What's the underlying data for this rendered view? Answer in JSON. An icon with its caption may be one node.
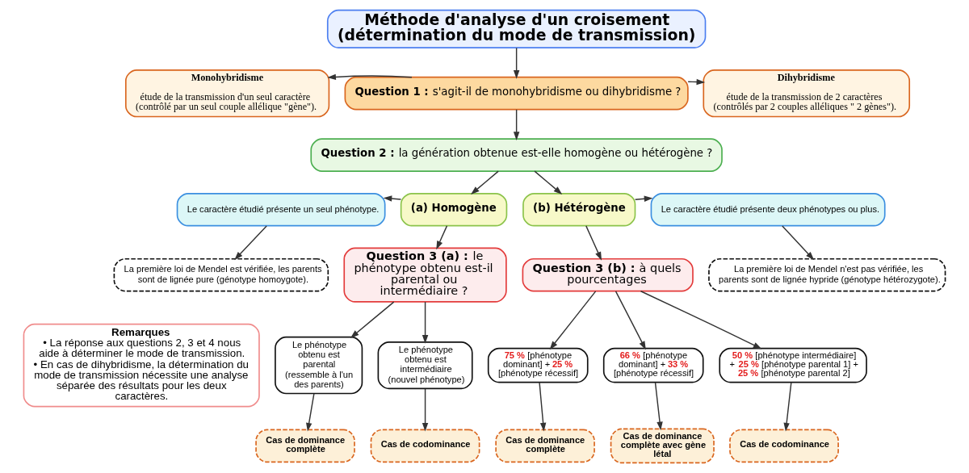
{
  "diagram": {
    "nodes": [
      {
        "text": [
          "Méthode d'analyse d'un croisement (détermination du mode de transmission)"
        ]
      },
      {
        "text": [
          "Monohybridisme",
          "étude de la transmission d'un seul caractère (contrôlé par un seul couple allélique \"gène\")."
        ]
      },
      {
        "text": [
          "**Question 1 :** s'agit-il de monohybridisme ou dihybridisme ?"
        ]
      },
      {
        "text": [
          "Dihybridisme",
          "étude de la transmission de 2 caractères (contrôlés par 2 couples alléliques \" 2 gènes\")."
        ]
      },
      {
        "text": [
          "**Question 2 :** la génération obtenue est-elle homogène ou hétérogène ?"
        ]
      },
      {
        "text": [
          "Le caractère étudié présente un seul phénotype."
        ]
      },
      {
        "text": [
          "(a) Homogène"
        ]
      },
      {
        "text": [
          "(b) Hétérogène"
        ]
      },
      {
        "text": [
          "Le caractère étudié présente deux phénotypes ou plus."
        ]
      },
      {
        "text": [
          "La première loi de Mendel est vérifiée, les parents sont de lignée pure (génotype homoygote)."
        ]
      },
      {
        "text": [
          "**Question 3 (a) :** le phénotype obtenu est-il parental ou intermédiaire ?"
        ]
      },
      {
        "text": [
          "**Question 3 (b) :** à quels pourcentages"
        ]
      },
      {
        "text": [
          "La première loi de Mendel n'est pas vérifiée, les parents sont de lignée hypride (génotype hétérozygote)."
        ]
      },
      {
        "text": [
          "Remarques",
          "• La réponse aux questions 2, 3 et 4 nous aide à déterminer le mode de transmission.",
          "• En cas de dihybridisme, la détermination du mode de transmission nécessite une analyse séparée des résultats pour les deux caractères."
        ]
      },
      {
        "text": [
          "Le phénotype obtenu est parental (ressemble à l'un des parents)"
        ]
      },
      {
        "text": [
          "Le phénotype obtenu est intermédiaire (nouvel phénotype)"
        ]
      },
      {
        "text": [
          "**75 %** [phénotype dominant] + **25 %** [phénotype récessif]"
        ]
      },
      {
        "text": [
          "**66 %** [phénotype dominant] + **33 %** [phénotype récessif]"
        ]
      },
      {
        "text": [
          "**50 %** [phénotype intermédiaire] + **25 %** [phénotype parental 1] + **25 %** [phénotype parental 2]"
        ]
      },
      {
        "text": [
          "Cas de dominance complète"
        ]
      },
      {
        "text": [
          "Cas de codominance"
        ]
      },
      {
        "text": [
          "Cas de dominance complète"
        ]
      },
      {
        "text": [
          "Cas de dominance complète avec gène létal"
        ]
      },
      {
        "text": [
          "Cas de codominance"
        ]
      }
    ],
    "edges": [
      {
        "from": 0,
        "to": 2,
        "arrow": "to"
      },
      {
        "from": 2,
        "to": 1,
        "arrow": "to"
      },
      {
        "from": 2,
        "to": 3,
        "arrow": "to"
      },
      {
        "from": 2,
        "to": 4,
        "arrow": "to"
      },
      {
        "from": 4,
        "to": 6,
        "arrow": "to"
      },
      {
        "from": 4,
        "to": 7,
        "arrow": "to"
      },
      {
        "from": 6,
        "to": 5,
        "arrow": "to"
      },
      {
        "from": 5,
        "to": 9,
        "arrow": "to"
      },
      {
        "from": 6,
        "to": 10,
        "arrow": "to"
      },
      {
        "from": 7,
        "to": 8,
        "arrow": "to"
      },
      {
        "from": 8,
        "to": 12,
        "arrow": "to"
      },
      {
        "from": 7,
        "to": 11,
        "arrow": "to"
      },
      {
        "from": 10,
        "to": 14,
        "arrow": "to"
      },
      {
        "from": 10,
        "to": 15,
        "arrow": "to"
      },
      {
        "from": 11,
        "to": 16,
        "arrow": "to"
      },
      {
        "from": 11,
        "to": 17,
        "arrow": "to"
      },
      {
        "from": 11,
        "to": 18,
        "arrow": "to"
      },
      {
        "from": 14,
        "to": 19,
        "arrow": "to"
      },
      {
        "from": 15,
        "to": 20,
        "arrow": "to"
      },
      {
        "from": 16,
        "to": 21,
        "arrow": "to"
      },
      {
        "from": 17,
        "to": 22,
        "arrow": "to"
      },
      {
        "from": 18,
        "to": 23,
        "arrow": "to"
      }
    ]
  }
}
